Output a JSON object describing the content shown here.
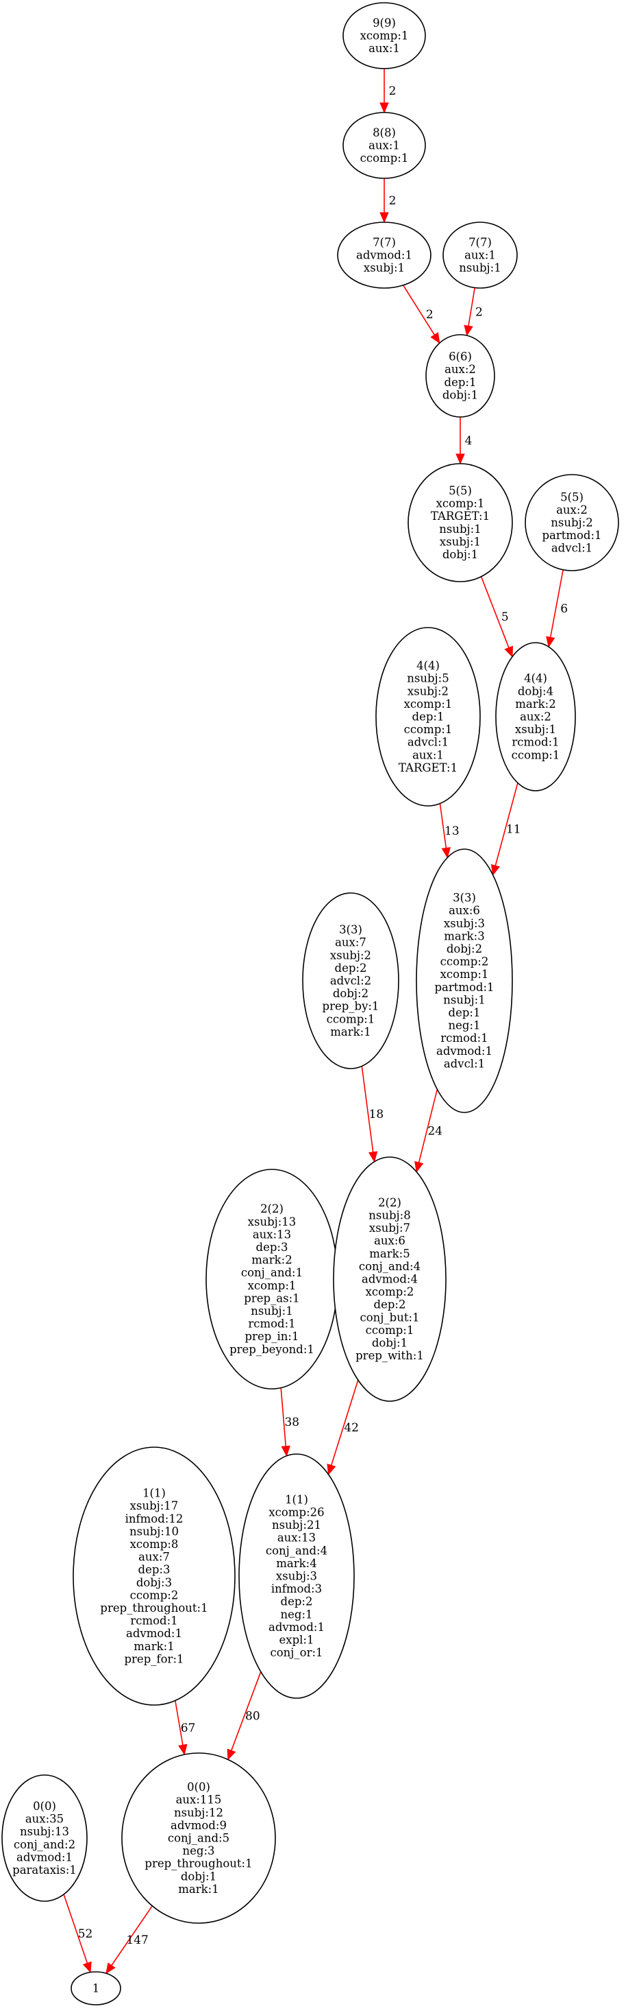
{
  "graph": {
    "edge_color": "#ff0000",
    "node_stroke": "#000000",
    "nodes": [
      {
        "id": "n9_9",
        "lines": [
          "9(9)",
          "xcomp:1",
          "aux:1"
        ]
      },
      {
        "id": "n8_8",
        "lines": [
          "8(8)",
          "aux:1",
          "ccomp:1"
        ]
      },
      {
        "id": "n7_7a",
        "lines": [
          "7(7)",
          "advmod:1",
          "xsubj:1"
        ]
      },
      {
        "id": "n7_7b",
        "lines": [
          "7(7)",
          "aux:1",
          "nsubj:1"
        ]
      },
      {
        "id": "n6_6",
        "lines": [
          "6(6)",
          "aux:2",
          "dep:1",
          "dobj:1"
        ]
      },
      {
        "id": "n5_5a",
        "lines": [
          "5(5)",
          "xcomp:1",
          "TARGET:1",
          "nsubj:1",
          "xsubj:1",
          "dobj:1"
        ]
      },
      {
        "id": "n5_5b",
        "lines": [
          "5(5)",
          "aux:2",
          "nsubj:2",
          "partmod:1",
          "advcl:1"
        ]
      },
      {
        "id": "n4_4a",
        "lines": [
          "4(4)",
          "nsubj:5",
          "xsubj:2",
          "xcomp:1",
          "dep:1",
          "ccomp:1",
          "advcl:1",
          "aux:1",
          "TARGET:1"
        ]
      },
      {
        "id": "n4_4b",
        "lines": [
          "4(4)",
          "dobj:4",
          "mark:2",
          "aux:2",
          "xsubj:1",
          "rcmod:1",
          "ccomp:1"
        ]
      },
      {
        "id": "n3_3a",
        "lines": [
          "3(3)",
          "aux:7",
          "xsubj:2",
          "dep:2",
          "advcl:2",
          "dobj:2",
          "prep_by:1",
          "ccomp:1",
          "mark:1"
        ]
      },
      {
        "id": "n3_3b",
        "lines": [
          "3(3)",
          "aux:6",
          "xsubj:3",
          "mark:3",
          "dobj:2",
          "ccomp:2",
          "xcomp:1",
          "partmod:1",
          "nsubj:1",
          "dep:1",
          "neg:1",
          "rcmod:1",
          "advmod:1",
          "advcl:1"
        ]
      },
      {
        "id": "n2_2a",
        "lines": [
          "2(2)",
          "xsubj:13",
          "aux:13",
          "dep:3",
          "mark:2",
          "conj_and:1",
          "xcomp:1",
          "prep_as:1",
          "nsubj:1",
          "rcmod:1",
          "prep_in:1",
          "prep_beyond:1"
        ]
      },
      {
        "id": "n2_2b",
        "lines": [
          "2(2)",
          "nsubj:8",
          "xsubj:7",
          "aux:6",
          "mark:5",
          "conj_and:4",
          "advmod:4",
          "xcomp:2",
          "dep:2",
          "conj_but:1",
          "ccomp:1",
          "dobj:1",
          "prep_with:1"
        ]
      },
      {
        "id": "n1_1a",
        "lines": [
          "1(1)",
          "xsubj:17",
          "infmod:12",
          "nsubj:10",
          "xcomp:8",
          "aux:7",
          "dep:3",
          "dobj:3",
          "ccomp:2",
          "prep_throughout:1",
          "rcmod:1",
          "advmod:1",
          "mark:1",
          "prep_for:1"
        ]
      },
      {
        "id": "n1_1b",
        "lines": [
          "1(1)",
          "xcomp:26",
          "nsubj:21",
          "aux:13",
          "conj_and:4",
          "mark:4",
          "xsubj:3",
          "infmod:3",
          "dep:2",
          "neg:1",
          "advmod:1",
          "expl:1",
          "conj_or:1"
        ]
      },
      {
        "id": "n0_0a",
        "lines": [
          "0(0)",
          "aux:35",
          "nsubj:13",
          "conj_and:2",
          "advmod:1",
          "parataxis:1"
        ]
      },
      {
        "id": "n0_0b",
        "lines": [
          "0(0)",
          "aux:115",
          "nsubj:12",
          "advmod:9",
          "conj_and:5",
          "neg:3",
          "prep_throughout:1",
          "dobj:1",
          "mark:1"
        ]
      },
      {
        "id": "root",
        "lines": [
          "1"
        ]
      }
    ],
    "edges": [
      {
        "from": "n9_9",
        "to": "n8_8",
        "label": "2"
      },
      {
        "from": "n8_8",
        "to": "n7_7a",
        "label": "2"
      },
      {
        "from": "n7_7a",
        "to": "n6_6",
        "label": "2"
      },
      {
        "from": "n7_7b",
        "to": "n6_6",
        "label": "2"
      },
      {
        "from": "n6_6",
        "to": "n5_5a",
        "label": "4"
      },
      {
        "from": "n5_5a",
        "to": "n4_4b",
        "label": "5"
      },
      {
        "from": "n5_5b",
        "to": "n4_4b",
        "label": "6"
      },
      {
        "from": "n4_4a",
        "to": "n3_3b",
        "label": "13"
      },
      {
        "from": "n4_4b",
        "to": "n3_3b",
        "label": "11"
      },
      {
        "from": "n3_3a",
        "to": "n2_2b",
        "label": "18"
      },
      {
        "from": "n3_3b",
        "to": "n2_2b",
        "label": "24"
      },
      {
        "from": "n2_2a",
        "to": "n1_1b",
        "label": "38"
      },
      {
        "from": "n2_2b",
        "to": "n1_1b",
        "label": "42"
      },
      {
        "from": "n1_1a",
        "to": "n0_0b",
        "label": "67"
      },
      {
        "from": "n1_1b",
        "to": "n0_0b",
        "label": "80"
      },
      {
        "from": "n0_0a",
        "to": "root",
        "label": "52"
      },
      {
        "from": "n0_0b",
        "to": "root",
        "label": "147"
      }
    ]
  }
}
